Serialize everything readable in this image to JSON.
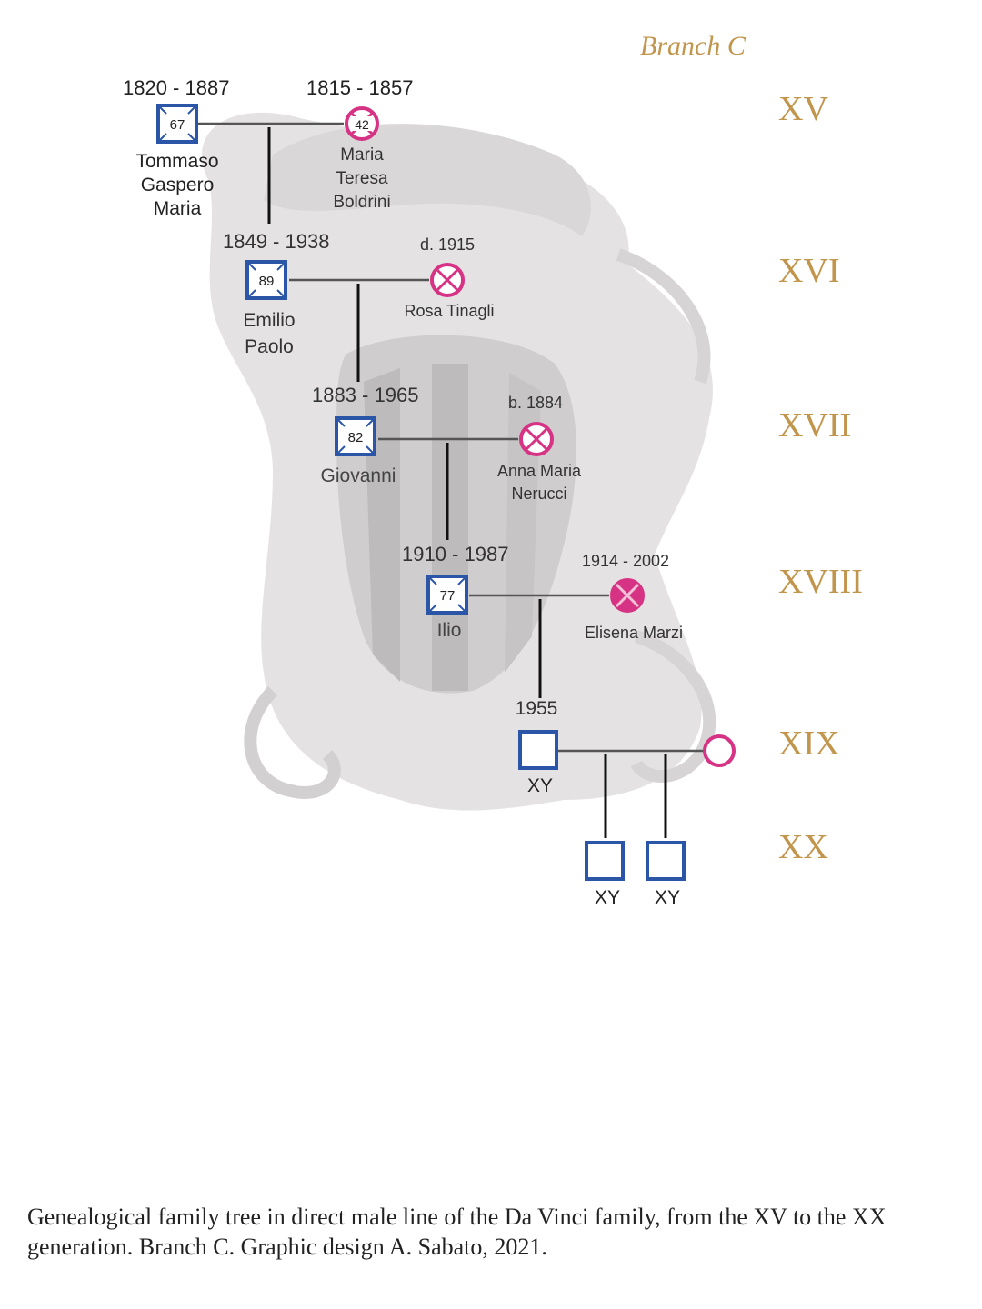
{
  "branch_title": "Branch C",
  "generations": [
    "XV",
    "XVI",
    "XVII",
    "XVIII",
    "XIX",
    "XX"
  ],
  "people": {
    "tommaso": {
      "dates": "1820 - 1887",
      "age": "67",
      "name_lines": [
        "Tommaso",
        "Gaspero",
        "Maria"
      ]
    },
    "maria_teresa": {
      "dates": "1815 - 1857",
      "age": "42",
      "name_lines": [
        "Maria",
        "Teresa",
        "Boldrini"
      ]
    },
    "emilio": {
      "dates": "1849 - 1938",
      "age": "89",
      "name_lines": [
        "Emilio",
        "Paolo"
      ]
    },
    "rosa": {
      "dates": "d. 1915",
      "name_lines": [
        "Rosa Tinagli"
      ]
    },
    "giovanni": {
      "dates": "1883 - 1965",
      "age": "82",
      "name_lines": [
        "Giovanni"
      ]
    },
    "anna_maria": {
      "dates": "b. 1884",
      "name_lines": [
        "Anna Maria",
        "Nerucci"
      ]
    },
    "ilio": {
      "dates": "1910 - 1987",
      "age": "77",
      "name_lines": [
        "Ilio"
      ]
    },
    "elisena": {
      "dates": "1914 - 2002",
      "name_lines": [
        "Elisena Marzi"
      ]
    },
    "gen19_male": {
      "dates": "1955",
      "label": "XY"
    },
    "gen20_son1": {
      "label": "XY"
    },
    "gen20_son2": {
      "label": "XY"
    }
  },
  "caption": "Genealogical family tree in direct male line of the Da Vinci family, from the XV to the XX generation. Branch C. Graphic design A. Sabato, 2021.",
  "colors": {
    "male": "#2b55a6",
    "female": "#d63384",
    "generation": "#c2954c",
    "crest": "#dcdcdc",
    "line": "#111111"
  }
}
